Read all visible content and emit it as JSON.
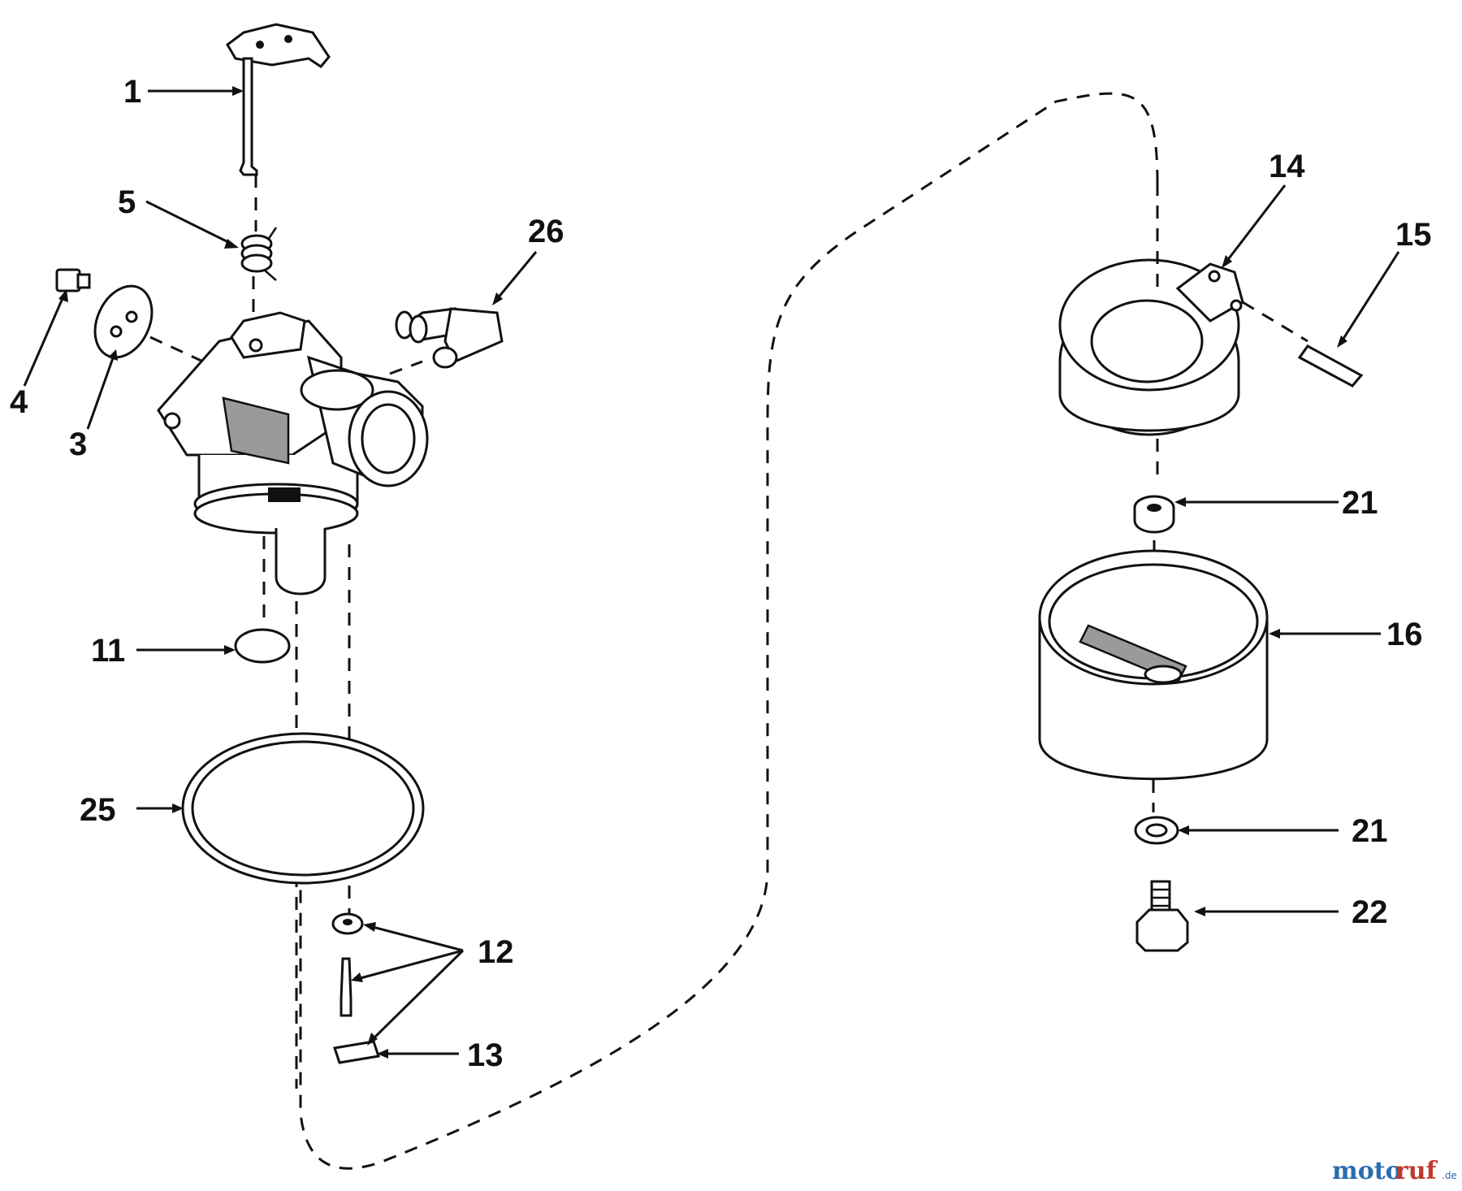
{
  "callouts": {
    "c1": "1",
    "c3": "3",
    "c4": "4",
    "c5": "5",
    "c11": "11",
    "c12": "12",
    "c13": "13",
    "c14": "14",
    "c15": "15",
    "c16": "16",
    "c21a": "21",
    "c21b": "21",
    "c22": "22",
    "c25": "25",
    "c26": "26"
  },
  "watermark": {
    "part1": "moto",
    "part2": "ruf",
    "suffix": ".de"
  },
  "colors": {
    "ink": "#111111",
    "watermark_blue": "#2b6cb0",
    "watermark_red": "#c0392b"
  }
}
